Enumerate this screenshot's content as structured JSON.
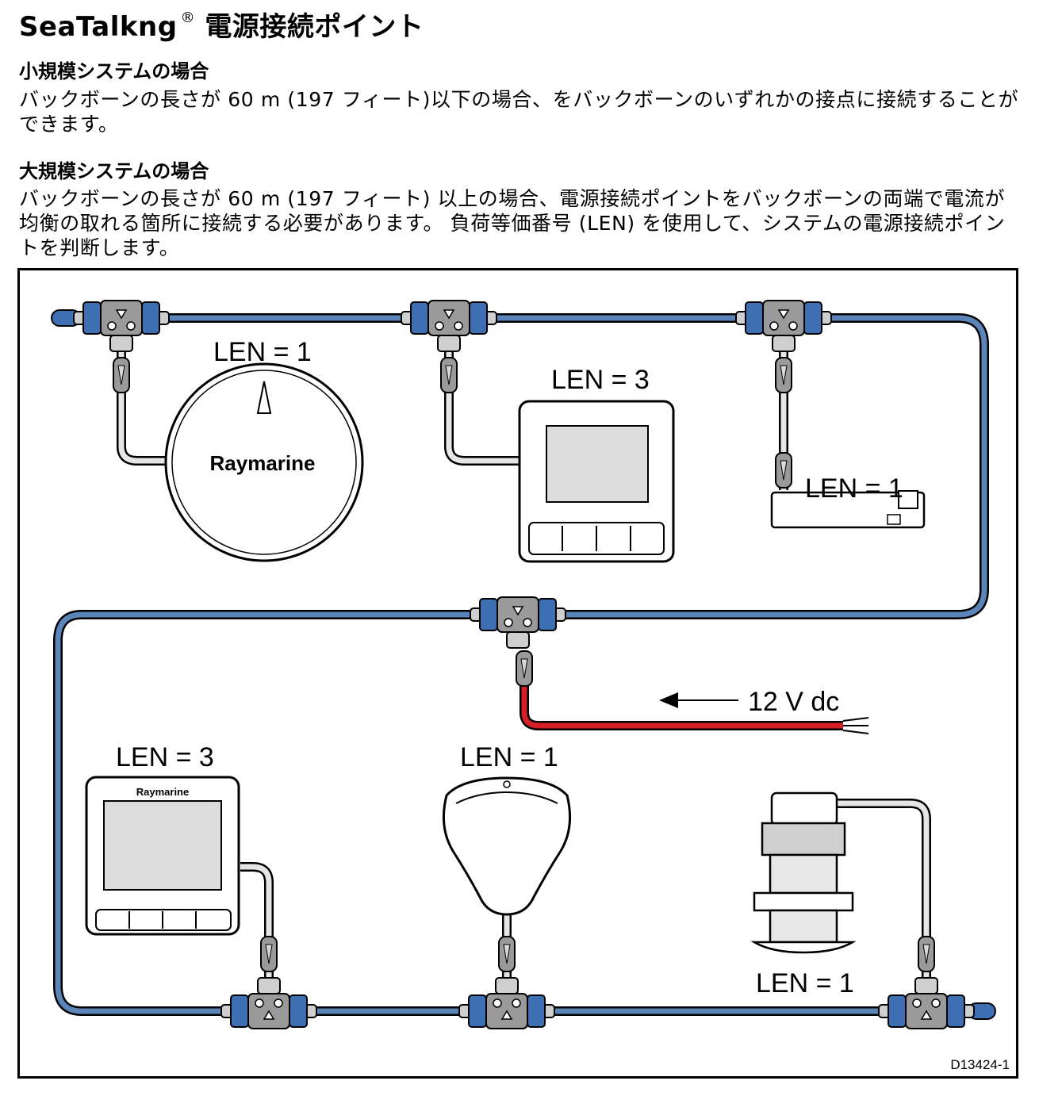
{
  "title": "SeaTalkng",
  "title_reg": "®",
  "title_rest": "電源接続ポイント",
  "small": {
    "heading": "小規模システムの場合",
    "body": "バックボーンの長さが 60 m (197 フィート)以下の場合、をバックボーンのいずれかの接点に接続することができます。"
  },
  "large": {
    "heading": "大規模システムの場合",
    "body": "バックボーンの長さが 60 m (197 フィート) 以上の場合、電源接続ポイントをバックボーンの両端で電流が均衡の取れる箇所に接続する必要があります。 負荷等価番号 (LEN) を使用して、システムの電源接続ポイントを判断します。"
  },
  "diagram": {
    "len_compass": "LEN = 1",
    "len_display_top": "LEN = 3",
    "len_module": "LEN = 1",
    "len_display_bottom": "LEN = 3",
    "len_gps": "LEN = 1",
    "len_transducer": "LEN = 1",
    "power_label": "12 V dc",
    "brand": "Raymarine",
    "figure_id": "D13424-1",
    "colors": {
      "backbone": "#5b84b8",
      "power": "#d51f26",
      "connector": "#3e6fb3"
    }
  }
}
